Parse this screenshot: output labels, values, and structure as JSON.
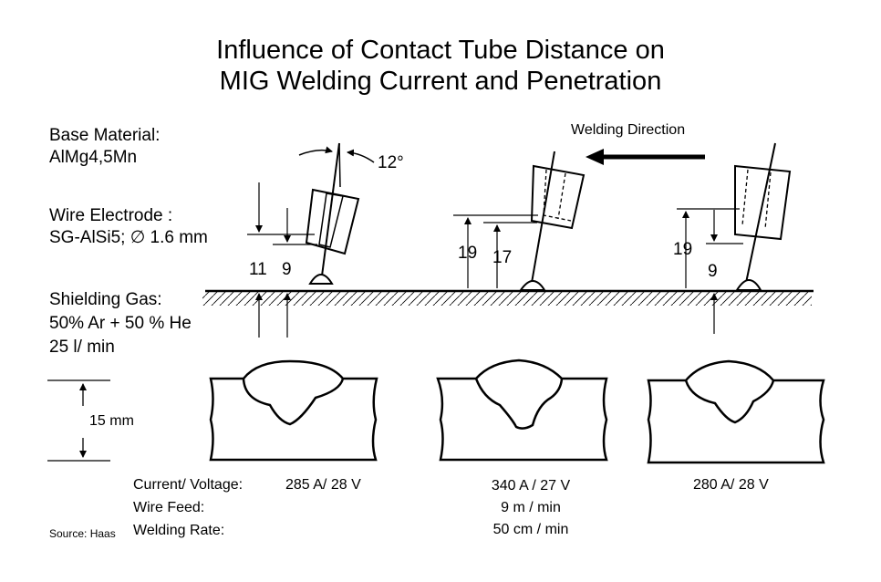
{
  "title": {
    "line1": "Influence of Contact Tube Distance on",
    "line2": "MIG Welding Current and Penetration"
  },
  "base_material": {
    "label": "Base Material:",
    "value": "AlMg4,5Mn"
  },
  "wire_electrode": {
    "label": "Wire Electrode :",
    "value": "SG-AlSi5; ∅ 1.6 mm"
  },
  "shielding_gas": {
    "label": "Shielding Gas:",
    "mix": "50% Ar + 50 % He",
    "flow": "25 l/ min"
  },
  "torch_angle": "12°",
  "welding_direction": "Welding Direction",
  "setups": [
    {
      "contact_tube_distance": "11",
      "stickout": "9",
      "current_voltage": "285 A/ 28 V"
    },
    {
      "contact_tube_distance": "19",
      "stickout": "17",
      "current_voltage": "340 A / 27 V"
    },
    {
      "contact_tube_distance": "19",
      "stickout": "9",
      "current_voltage": "280 A/ 28 V"
    }
  ],
  "thickness": "15 mm",
  "params": {
    "current_voltage_label": "Current/ Voltage:",
    "wire_feed_label": "Wire Feed:",
    "welding_rate_label": "Welding Rate:",
    "wire_feed": "9 m / min",
    "welding_rate": "50 cm / min"
  },
  "source": "Source: Haas"
}
